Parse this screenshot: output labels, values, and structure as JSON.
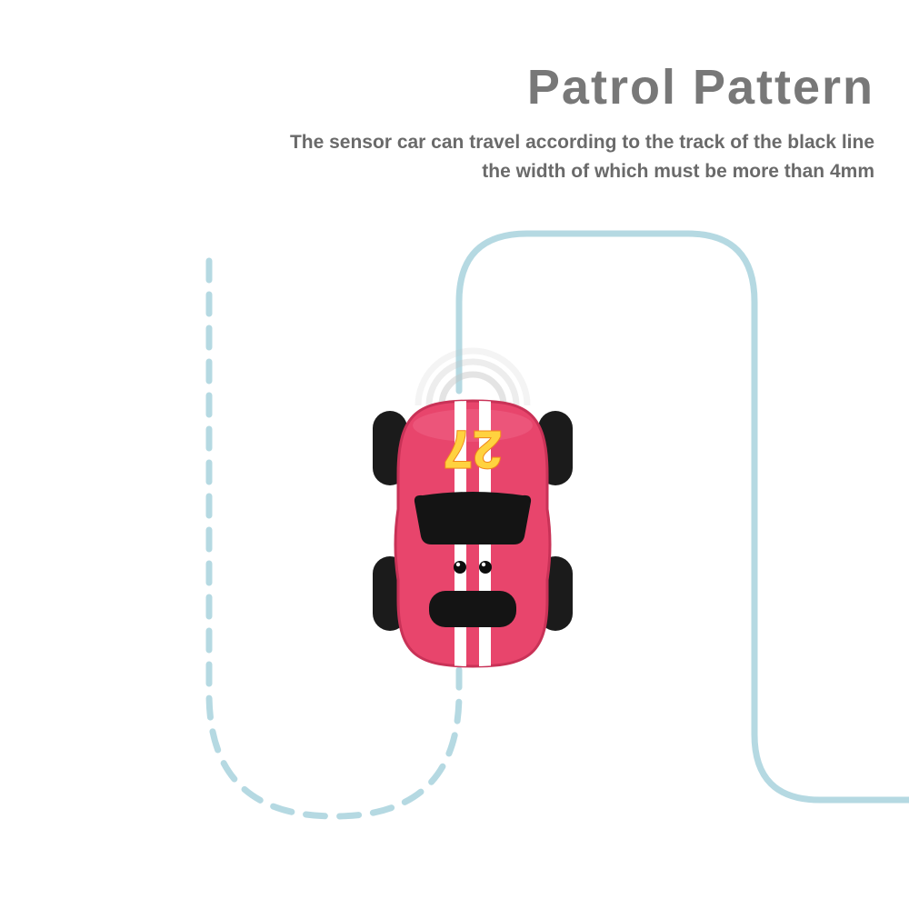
{
  "header": {
    "title": "Patrol Pattern",
    "subtitle_line1": "The sensor car can travel according to the track of the black line",
    "subtitle_line2": "the width of which must be more than 4mm"
  },
  "car": {
    "number": "27"
  },
  "colors": {
    "track": "#b5d9e2",
    "car_body": "#e8456c",
    "car_body_edge": "#c93257",
    "car_highlight": "#ef6287",
    "stripe": "#ffffff",
    "number_fill": "#ffd23f",
    "number_stroke": "#f0861c",
    "glass": "#141414",
    "wheel": "#1b1b1b",
    "title_text": "#787878",
    "subtitle_text": "#6a6a6a",
    "sensor_arc": "#c4c4c4"
  }
}
